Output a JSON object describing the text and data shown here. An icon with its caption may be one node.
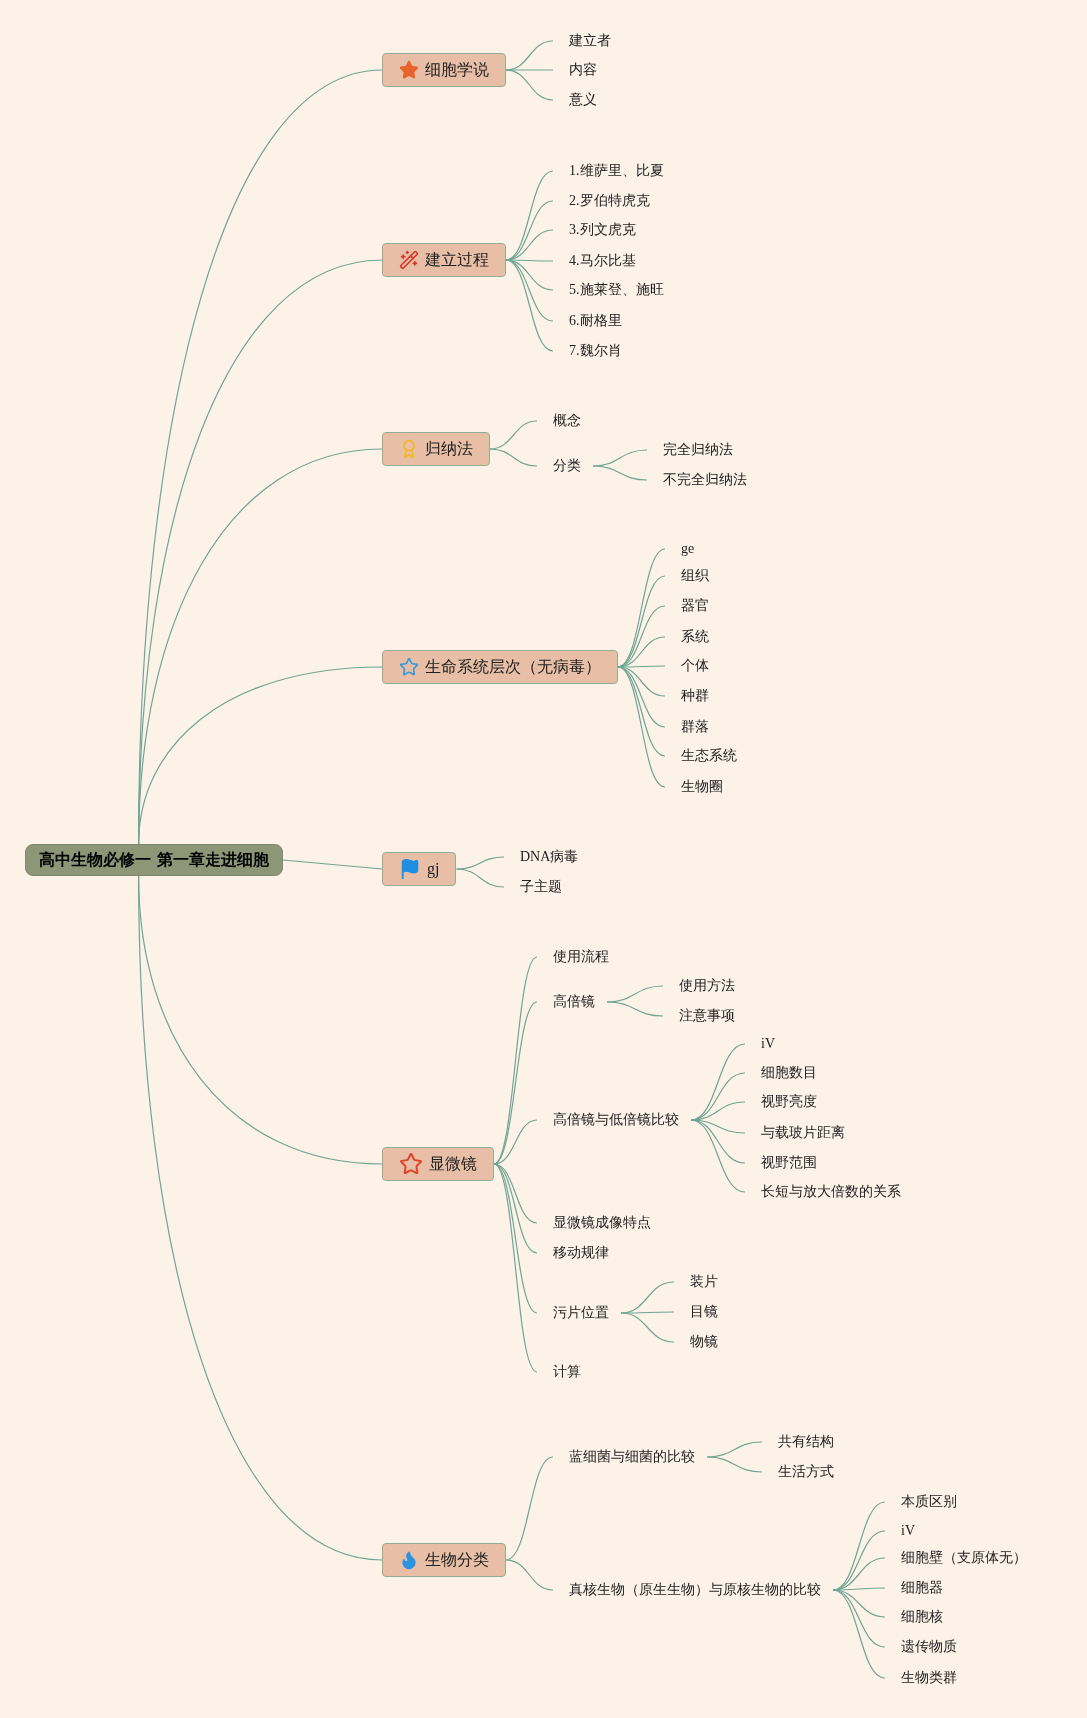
{
  "diagram": {
    "nodes": [
      {
        "text": [
          "高中生物必修一 第一章走进细胞"
        ]
      },
      {
        "text": [
          "细胞学说"
        ]
      },
      {
        "text": [
          "建立者"
        ]
      },
      {
        "text": [
          "内容"
        ]
      },
      {
        "text": [
          "意义"
        ]
      },
      {
        "text": [
          "建立过程"
        ]
      },
      {
        "text": [
          "1.维萨里、比夏"
        ]
      },
      {
        "text": [
          "2.罗伯特虎克"
        ]
      },
      {
        "text": [
          "3.列文虎克"
        ]
      },
      {
        "text": [
          "4.马尔比基"
        ]
      },
      {
        "text": [
          "5.施莱登、施旺"
        ]
      },
      {
        "text": [
          "6.耐格里"
        ]
      },
      {
        "text": [
          "7.魏尔肖"
        ]
      },
      {
        "text": [
          "归纳法"
        ]
      },
      {
        "text": [
          "概念"
        ]
      },
      {
        "text": [
          "分类"
        ]
      },
      {
        "text": [
          "完全归纳法"
        ]
      },
      {
        "text": [
          "不完全归纳法"
        ]
      },
      {
        "text": [
          "生命系统层次（无病毒）"
        ]
      },
      {
        "text": [
          "ge"
        ]
      },
      {
        "text": [
          "组织"
        ]
      },
      {
        "text": [
          "器官"
        ]
      },
      {
        "text": [
          "系统"
        ]
      },
      {
        "text": [
          "个体"
        ]
      },
      {
        "text": [
          "种群"
        ]
      },
      {
        "text": [
          "群落"
        ]
      },
      {
        "text": [
          "生态系统"
        ]
      },
      {
        "text": [
          "生物圈"
        ]
      },
      {
        "text": [
          "gj"
        ]
      },
      {
        "text": [
          "DNA病毒"
        ]
      },
      {
        "text": [
          "子主题"
        ]
      },
      {
        "text": [
          "显微镜"
        ]
      },
      {
        "text": [
          "使用流程"
        ]
      },
      {
        "text": [
          "高倍镜"
        ]
      },
      {
        "text": [
          "使用方法"
        ]
      },
      {
        "text": [
          "注意事项"
        ]
      },
      {
        "text": [
          "高倍镜与低倍镜比较"
        ]
      },
      {
        "text": [
          "iV"
        ]
      },
      {
        "text": [
          "细胞数目"
        ]
      },
      {
        "text": [
          "视野亮度"
        ]
      },
      {
        "text": [
          "与载玻片距离"
        ]
      },
      {
        "text": [
          "视野范围"
        ]
      },
      {
        "text": [
          "长短与放大倍数的关系"
        ]
      },
      {
        "text": [
          "显微镜成像特点"
        ]
      },
      {
        "text": [
          "移动规律"
        ]
      },
      {
        "text": [
          "污片位置"
        ]
      },
      {
        "text": [
          "装片"
        ]
      },
      {
        "text": [
          "目镜"
        ]
      },
      {
        "text": [
          "物镜"
        ]
      },
      {
        "text": [
          "计算"
        ]
      },
      {
        "text": [
          "生物分类"
        ]
      },
      {
        "text": [
          "蓝细菌与细菌的比较"
        ]
      },
      {
        "text": [
          "共有结构"
        ]
      },
      {
        "text": [
          "生活方式"
        ]
      },
      {
        "text": [
          "真核生物（原生生物）与原核生物的比较"
        ]
      },
      {
        "text": [
          "本质区别"
        ]
      },
      {
        "text": [
          "iV"
        ]
      },
      {
        "text": [
          "细胞壁（支原体无）"
        ]
      },
      {
        "text": [
          "细胞器"
        ]
      },
      {
        "text": [
          "细胞核"
        ]
      },
      {
        "text": [
          "遗传物质"
        ]
      },
      {
        "text": [
          "生物类群"
        ]
      }
    ],
    "edges": [
      {
        "from": 0,
        "to": 1,
        "arrow": "none"
      },
      {
        "from": 1,
        "to": 2,
        "arrow": "none"
      },
      {
        "from": 1,
        "to": 3,
        "arrow": "none"
      },
      {
        "from": 1,
        "to": 4,
        "arrow": "none"
      },
      {
        "from": 0,
        "to": 5,
        "arrow": "none"
      },
      {
        "from": 5,
        "to": 6,
        "arrow": "none"
      },
      {
        "from": 5,
        "to": 7,
        "arrow": "none"
      },
      {
        "from": 5,
        "to": 8,
        "arrow": "none"
      },
      {
        "from": 5,
        "to": 9,
        "arrow": "none"
      },
      {
        "from": 5,
        "to": 10,
        "arrow": "none"
      },
      {
        "from": 5,
        "to": 11,
        "arrow": "none"
      },
      {
        "from": 5,
        "to": 12,
        "arrow": "none"
      },
      {
        "from": 0,
        "to": 13,
        "arrow": "none"
      },
      {
        "from": 13,
        "to": 14,
        "arrow": "none"
      },
      {
        "from": 13,
        "to": 15,
        "arrow": "none"
      },
      {
        "from": 15,
        "to": 16,
        "arrow": "none"
      },
      {
        "from": 15,
        "to": 17,
        "arrow": "none"
      },
      {
        "from": 0,
        "to": 18,
        "arrow": "none"
      },
      {
        "from": 18,
        "to": 19,
        "arrow": "none"
      },
      {
        "from": 18,
        "to": 20,
        "arrow": "none"
      },
      {
        "from": 18,
        "to": 21,
        "arrow": "none"
      },
      {
        "from": 18,
        "to": 22,
        "arrow": "none"
      },
      {
        "from": 18,
        "to": 23,
        "arrow": "none"
      },
      {
        "from": 18,
        "to": 24,
        "arrow": "none"
      },
      {
        "from": 18,
        "to": 25,
        "arrow": "none"
      },
      {
        "from": 18,
        "to": 26,
        "arrow": "none"
      },
      {
        "from": 18,
        "to": 27,
        "arrow": "none"
      },
      {
        "from": 0,
        "to": 28,
        "arrow": "none"
      },
      {
        "from": 28,
        "to": 29,
        "arrow": "none"
      },
      {
        "from": 28,
        "to": 30,
        "arrow": "none"
      },
      {
        "from": 0,
        "to": 31,
        "arrow": "none"
      },
      {
        "from": 31,
        "to": 32,
        "arrow": "none"
      },
      {
        "from": 31,
        "to": 33,
        "arrow": "none"
      },
      {
        "from": 33,
        "to": 34,
        "arrow": "none"
      },
      {
        "from": 33,
        "to": 35,
        "arrow": "none"
      },
      {
        "from": 31,
        "to": 36,
        "arrow": "none"
      },
      {
        "from": 36,
        "to": 37,
        "arrow": "none"
      },
      {
        "from": 36,
        "to": 38,
        "arrow": "none"
      },
      {
        "from": 36,
        "to": 39,
        "arrow": "none"
      },
      {
        "from": 36,
        "to": 40,
        "arrow": "none"
      },
      {
        "from": 36,
        "to": 41,
        "arrow": "none"
      },
      {
        "from": 36,
        "to": 42,
        "arrow": "none"
      },
      {
        "from": 31,
        "to": 43,
        "arrow": "none"
      },
      {
        "from": 31,
        "to": 44,
        "arrow": "none"
      },
      {
        "from": 31,
        "to": 45,
        "arrow": "none"
      },
      {
        "from": 45,
        "to": 46,
        "arrow": "none"
      },
      {
        "from": 45,
        "to": 47,
        "arrow": "none"
      },
      {
        "from": 45,
        "to": 48,
        "arrow": "none"
      },
      {
        "from": 31,
        "to": 49,
        "arrow": "none"
      },
      {
        "from": 0,
        "to": 50,
        "arrow": "none"
      },
      {
        "from": 50,
        "to": 51,
        "arrow": "none"
      },
      {
        "from": 51,
        "to": 52,
        "arrow": "none"
      },
      {
        "from": 51,
        "to": 53,
        "arrow": "none"
      },
      {
        "from": 50,
        "to": 54,
        "arrow": "none"
      },
      {
        "from": 54,
        "to": 55,
        "arrow": "none"
      },
      {
        "from": 54,
        "to": 56,
        "arrow": "none"
      },
      {
        "from": 54,
        "to": 57,
        "arrow": "none"
      },
      {
        "from": 54,
        "to": 58,
        "arrow": "none"
      },
      {
        "from": 54,
        "to": 59,
        "arrow": "none"
      },
      {
        "from": 54,
        "to": 60,
        "arrow": "none"
      },
      {
        "from": 54,
        "to": 61,
        "arrow": "none"
      }
    ]
  }
}
